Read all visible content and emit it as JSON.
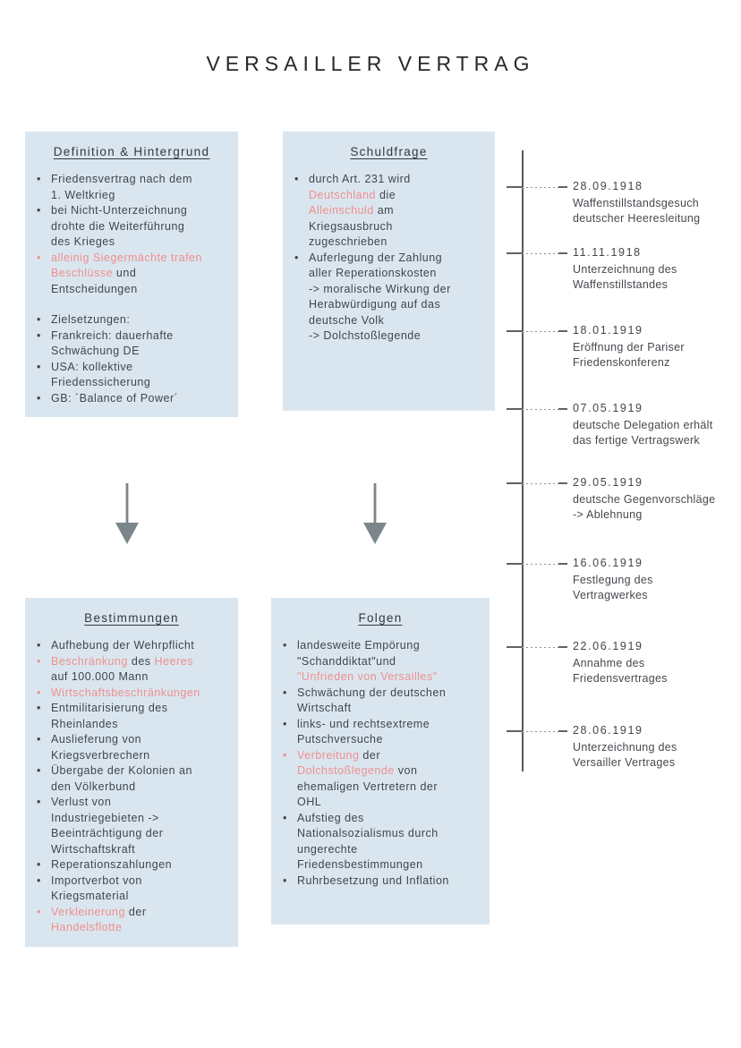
{
  "page": {
    "title": "VERSAILLER VERTRAG"
  },
  "colors": {
    "box_bg": "#dae6ef",
    "accent_red": "#ef8f8e",
    "text_dark": "#40454a",
    "arrow_gray": "#7b868b",
    "timeline_line": "#55595d"
  },
  "boxes": {
    "definition": {
      "title": "Definition & Hintergrund",
      "items": [
        {
          "segments": [
            {
              "t": "Friedensvertrag nach dem\n1. Weltkrieg",
              "red": false
            }
          ]
        },
        {
          "segments": [
            {
              "t": "bei Nicht-Unterzeichnung\ndrohte die Weiterführung\ndes Krieges",
              "red": false
            }
          ]
        },
        {
          "segments": [
            {
              "t": "alleinig Siegermächte trafen\nBeschlüsse",
              "red": true
            },
            {
              "t": " und\nEntscheidungen",
              "red": false
            }
          ]
        },
        {
          "gap": true,
          "segments": [
            {
              "t": "Zielsetzungen:",
              "red": false
            }
          ]
        },
        {
          "segments": [
            {
              "t": "Frankreich: dauerhafte\nSchwächung DE",
              "red": false
            }
          ]
        },
        {
          "segments": [
            {
              "t": "USA: kollektive\nFriedenssicherung",
              "red": false
            }
          ]
        },
        {
          "segments": [
            {
              "t": "GB: ´Balance of Power´",
              "red": false
            }
          ]
        }
      ]
    },
    "schuldfrage": {
      "title": "Schuldfrage",
      "items": [
        {
          "segments": [
            {
              "t": "durch Art. 231 wird\n",
              "red": false
            },
            {
              "t": "Deutschland",
              "red": true
            },
            {
              "t": " die\n",
              "red": false
            },
            {
              "t": "Alleinschuld",
              "red": true
            },
            {
              "t": " am\nKriegsausbruch\nzugeschrieben",
              "red": false
            }
          ]
        },
        {
          "segments": [
            {
              "t": "Auferlegung der Zahlung\naller Reperationskosten\n-> moralische Wirkung der\nHerabwürdigung auf das\ndeutsche Volk\n-> Dolchstoßlegende",
              "red": false
            }
          ]
        }
      ]
    },
    "bestimmungen": {
      "title": "Bestimmungen",
      "items": [
        {
          "segments": [
            {
              "t": "Aufhebung der Wehrpflicht",
              "red": false
            }
          ]
        },
        {
          "segments": [
            {
              "t": "Beschränkung",
              "red": true
            },
            {
              "t": " des ",
              "red": false
            },
            {
              "t": "Heeres",
              "red": true
            },
            {
              "t": "\nauf 100.000 Mann",
              "red": false
            }
          ]
        },
        {
          "segments": [
            {
              "t": "Wirtschaftsbeschränkungen",
              "red": true
            }
          ]
        },
        {
          "segments": [
            {
              "t": "Entmilitarisierung des\nRheinlandes",
              "red": false
            }
          ]
        },
        {
          "segments": [
            {
              "t": "Auslieferung von\nKriegsverbrechern",
              "red": false
            }
          ]
        },
        {
          "segments": [
            {
              "t": "Übergabe der Kolonien an\nden Völkerbund",
              "red": false
            }
          ]
        },
        {
          "segments": [
            {
              "t": "Verlust von\nIndustriegebieten ->\nBeeinträchtigung der\nWirtschaftskraft",
              "red": false
            }
          ]
        },
        {
          "segments": [
            {
              "t": "Reperationszahlungen",
              "red": false
            }
          ]
        },
        {
          "segments": [
            {
              "t": "Importverbot von\nKriegsmaterial",
              "red": false
            }
          ]
        },
        {
          "segments": [
            {
              "t": "Verkleinerung",
              "red": true
            },
            {
              "t": " der\n",
              "red": false
            },
            {
              "t": "Handelsflotte",
              "red": true
            }
          ]
        }
      ]
    },
    "folgen": {
      "title": "Folgen",
      "items": [
        {
          "segments": [
            {
              "t": "landesweite Empörung\n\"Schanddiktat\"und\n",
              "red": false
            },
            {
              "t": "\"Unfrieden von Versailles\"",
              "red": true
            }
          ]
        },
        {
          "segments": [
            {
              "t": "Schwächung der deutschen\nWirtschaft",
              "red": false
            }
          ]
        },
        {
          "segments": [
            {
              "t": "links- und rechtsextreme\nPutschversuche",
              "red": false
            }
          ]
        },
        {
          "segments": [
            {
              "t": "Verbreitung",
              "red": true
            },
            {
              "t": " der\n",
              "red": false
            },
            {
              "t": "Dolchstoßlegende",
              "red": true
            },
            {
              "t": " von\nehemaligen Vertretern der\nOHL",
              "red": false
            }
          ]
        },
        {
          "segments": [
            {
              "t": "Aufstieg des\nNationalsozialismus durch\nungerechte\nFriedensbestimmungen",
              "red": false
            }
          ]
        },
        {
          "segments": [
            {
              "t": "Ruhrbesetzung und Inflation",
              "red": false
            }
          ]
        }
      ]
    }
  },
  "timeline": {
    "entries": [
      {
        "date": "28.09.1918",
        "desc": "Waffenstillstandsgesuch\ndeutscher Heeresleitung"
      },
      {
        "date": "11.11.1918",
        "desc": "Unterzeichnung des\nWaffenstillstandes"
      },
      {
        "date": "18.01.1919",
        "desc": "Eröffnung der Pariser\nFriedenskonferenz"
      },
      {
        "date": "07.05.1919",
        "desc": "deutsche Delegation erhält\ndas fertige Vertragswerk"
      },
      {
        "date": "29.05.1919",
        "desc": "deutsche Gegenvorschläge\n-> Ablehnung"
      },
      {
        "date": "16.06.1919",
        "desc": "Festlegung des\nVertragwerkes"
      },
      {
        "date": "22.06.1919",
        "desc": "Annahme des\nFriedensvertrages"
      },
      {
        "date": "28.06.1919",
        "desc": "Unterzeichnung des\nVersailler Vertrages"
      }
    ]
  }
}
